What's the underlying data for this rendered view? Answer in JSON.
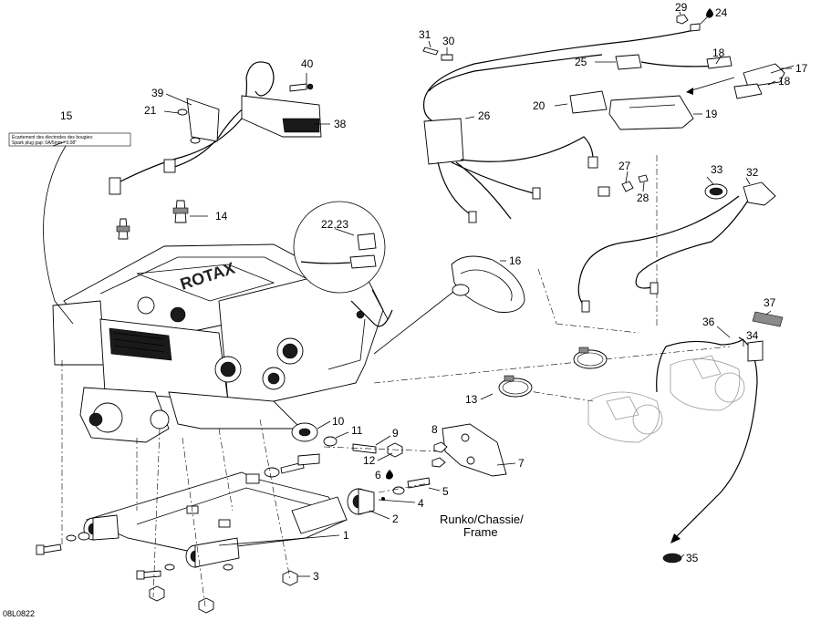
{
  "drawing_id": "08L0822",
  "frame_label": [
    "Runko/Chassie/",
    "Frame"
  ],
  "spark_plug_note": [
    "Écartement des électrodes des bougies:",
    "Spark plug gap:   0A/5mm - 0.08\""
  ],
  "callouts": {
    "c1": "1",
    "c2": "2",
    "c3": "3",
    "c4": "4",
    "c5": "5",
    "c6": "6",
    "c7": "7",
    "c8": "8",
    "c9": "9",
    "c10": "10",
    "c11": "11",
    "c12": "12",
    "c13": "13",
    "c14": "14",
    "c15": "15",
    "c16": "16",
    "c17": "17",
    "c18a": "18",
    "c18b": "18",
    "c19": "19",
    "c20": "20",
    "c21": "21",
    "c2223": "22,23",
    "c24": "24",
    "c25": "25",
    "c26": "26",
    "c27": "27",
    "c28": "28",
    "c29": "29",
    "c30": "30",
    "c31": "31",
    "c32": "32",
    "c33": "33",
    "c34": "34",
    "c35": "35",
    "c36": "36",
    "c37": "37",
    "c38": "38",
    "c39": "39",
    "c40": "40"
  },
  "engine_logo": "ROTAX",
  "icons": {
    "loctite_drop": "drop-icon",
    "grease_dot": "dot-icon"
  }
}
